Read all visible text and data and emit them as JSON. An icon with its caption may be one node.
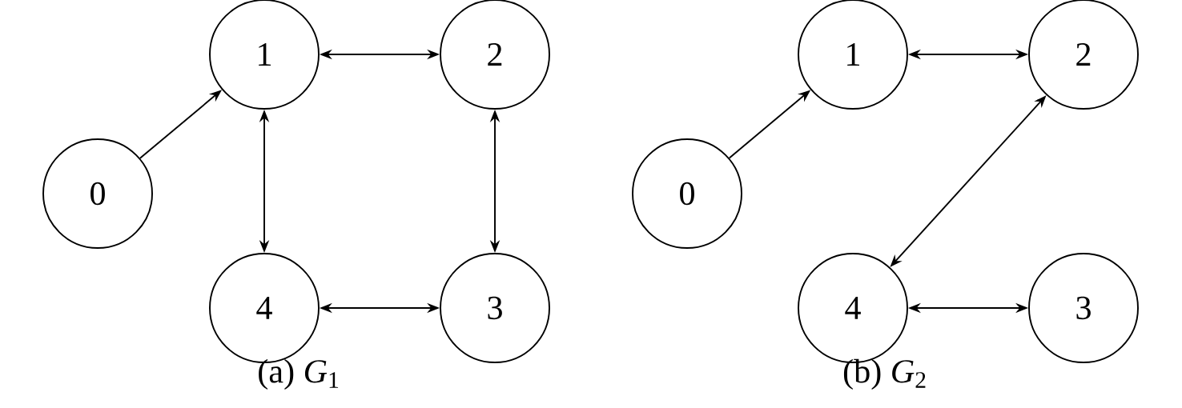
{
  "diagram": {
    "nodes": [
      {
        "text": [
          "0"
        ]
      },
      {
        "text": [
          "1"
        ]
      },
      {
        "text": [
          "2"
        ]
      },
      {
        "text": [
          "3"
        ]
      },
      {
        "text": [
          "4"
        ]
      },
      {
        "text": [
          "0"
        ]
      },
      {
        "text": [
          "1"
        ]
      },
      {
        "text": [
          "2"
        ]
      },
      {
        "text": [
          "3"
        ]
      },
      {
        "text": [
          "4"
        ]
      }
    ],
    "edges": [
      {
        "from": 0,
        "to": 1,
        "arrow": "to"
      },
      {
        "from": 1,
        "to": 2,
        "arrow": "both"
      },
      {
        "from": 2,
        "to": 3,
        "arrow": "both"
      },
      {
        "from": 1,
        "to": 4,
        "arrow": "both"
      },
      {
        "from": 4,
        "to": 3,
        "arrow": "both"
      },
      {
        "from": 5,
        "to": 6,
        "arrow": "to"
      },
      {
        "from": 6,
        "to": 7,
        "arrow": "both"
      },
      {
        "from": 7,
        "to": 9,
        "arrow": "both"
      },
      {
        "from": 9,
        "to": 8,
        "arrow": "both"
      }
    ],
    "labels": [
      "(a) *G*$_{1}$",
      "(b) *G*$_{2}$"
    ]
  }
}
